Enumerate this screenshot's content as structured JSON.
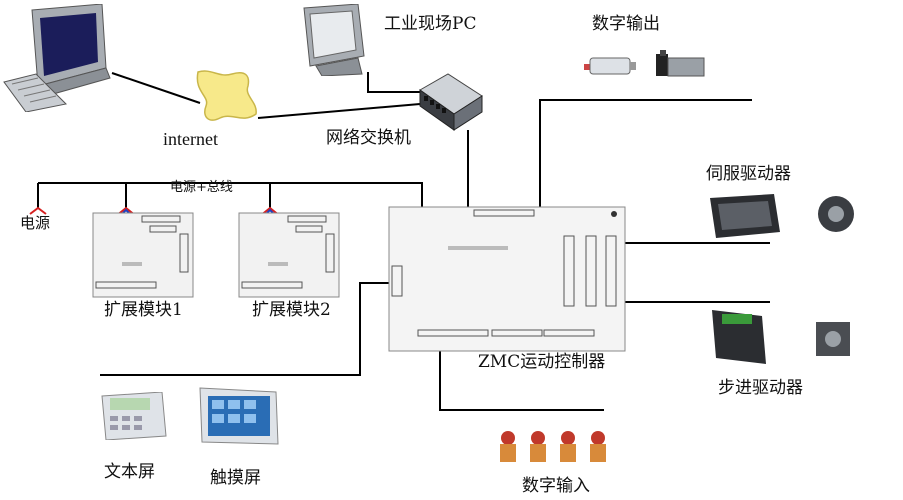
{
  "labels": {
    "internet": "internet",
    "industrial_pc": "工业现场PC",
    "network_switch": "网络交换机",
    "digital_output": "数字输出",
    "power_bus": "电源+总线",
    "power": "电源",
    "servo_driver": "伺服驱动器",
    "expansion_module_1": "扩展模块1",
    "expansion_module_2": "扩展模块2",
    "controller": "ZMC运动控制器",
    "stepper_driver": "步进驱动器",
    "text_screen": "文本屏",
    "touch_screen": "触摸屏",
    "digital_input": "数字输入"
  },
  "colors": {
    "wire": "#000000",
    "board": "#f2f2f2",
    "monitor": "#9aa0a6",
    "cloud": "#f7e98a",
    "screen_blue": "#3355aa",
    "lcd_green": "#b7d7b0",
    "touch_panel": "#2a6db5",
    "button_red": "#c0392b",
    "wire_red": "#d62020",
    "wire_blue": "#2040c0"
  },
  "icons": {
    "computer": "desktop-computer-icon",
    "pc": "industrial-pc-icon",
    "cloud": "internet-cloud-icon",
    "switch": "network-switch-icon",
    "valve": "solenoid-valve-icon",
    "servo": "servo-motor-icon",
    "stepper": "stepper-motor-icon",
    "text_hmi": "text-display-icon",
    "touch_hmi": "touch-screen-icon",
    "button": "push-button-icon"
  }
}
